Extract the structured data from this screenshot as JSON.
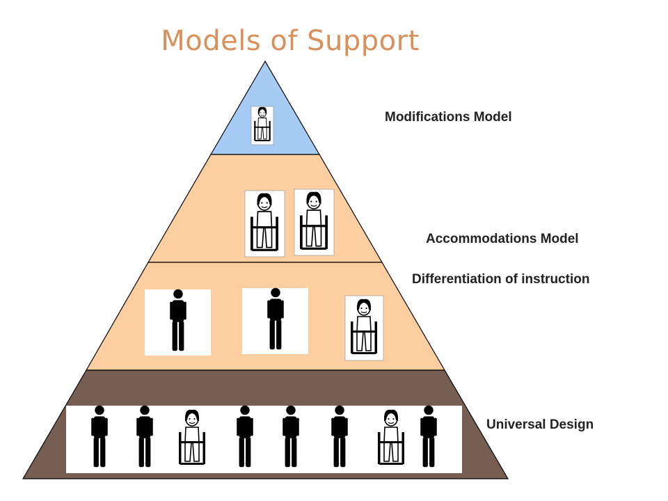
{
  "title": "Models of Support",
  "levels": [
    {
      "label": "Modifications Model"
    },
    {
      "label": "Accommodations Model"
    },
    {
      "label": "Differentiation of instruction"
    },
    {
      "label": "Universal Design"
    }
  ],
  "icons": {
    "standing": "standing-person-icon",
    "wheelchair": "wheelchair-user-icon"
  },
  "colors": {
    "title": "#d9905a",
    "top_tier": "#a6cbf5",
    "middle_tiers": "#fdcfa0",
    "base_tier": "#775e52",
    "outline": "#000000"
  }
}
